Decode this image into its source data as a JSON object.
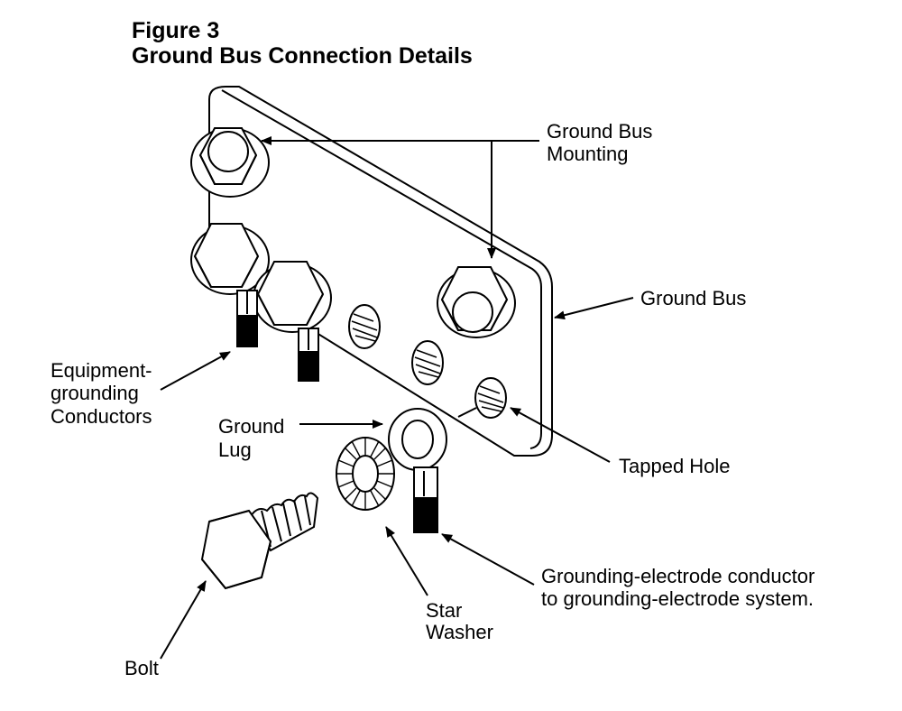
{
  "figure": {
    "number": "Figure 3",
    "title": "Ground Bus Connection Details"
  },
  "labels": {
    "mounting_1": "Ground Bus",
    "mounting_2": "Mounting",
    "ground_bus": "Ground Bus",
    "equip_1": "Equipment-",
    "equip_2": "grounding",
    "equip_3": "Conductors",
    "lug_1": "Ground",
    "lug_2": "Lug",
    "tapped_hole": "Tapped Hole",
    "gec_1": "Grounding-electrode conductor",
    "gec_2": "to grounding-electrode system.",
    "star_1": "Star",
    "star_2": "Washer",
    "bolt": "Bolt"
  },
  "colors": {
    "ink": "#000000",
    "paper": "#ffffff"
  }
}
